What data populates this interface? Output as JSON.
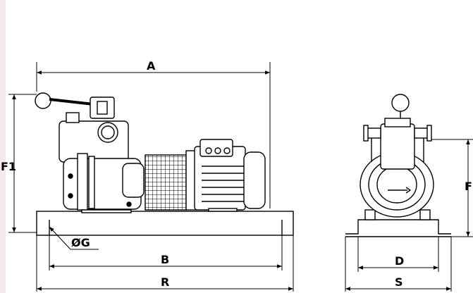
{
  "colors": {
    "line": "#000000",
    "fill_light": "#ffffff",
    "fill_grey": "#d8d8d8",
    "left_strip": "#f7e9ec"
  },
  "labels": {
    "A": "A",
    "B": "B",
    "R": "R",
    "F1": "F1",
    "F": "F",
    "D": "D",
    "S": "S",
    "OG": "ØG"
  }
}
